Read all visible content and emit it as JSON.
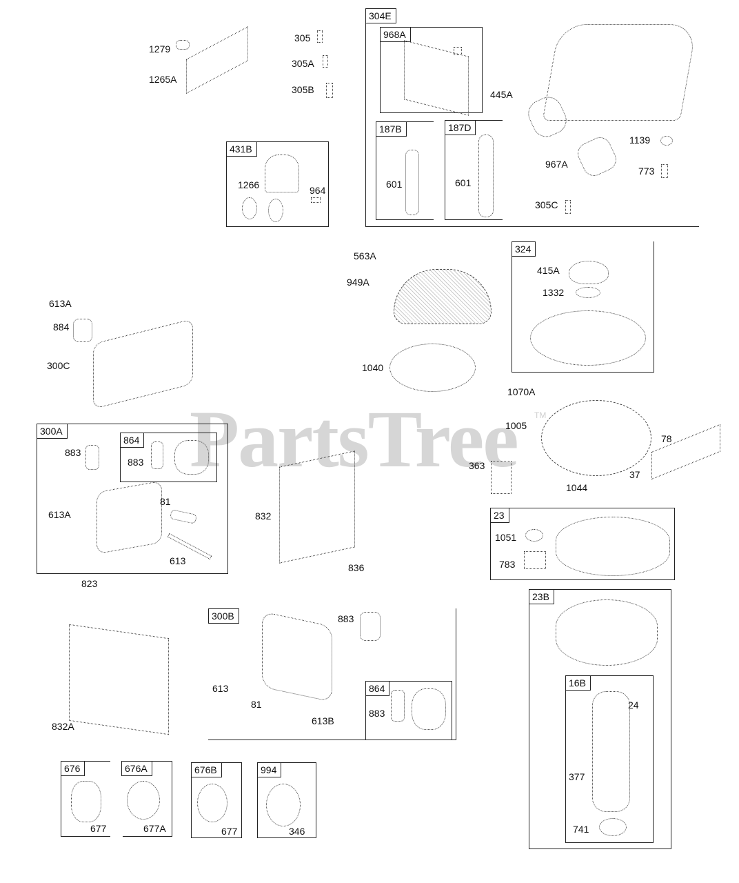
{
  "watermark": {
    "text": "PartsTree",
    "trademark": "TM",
    "color": "#cfcfcf"
  },
  "loose_labels": {
    "l1279": "1279",
    "l1265A": "1265A",
    "l305": "305",
    "l305A": "305A",
    "l305B": "305B",
    "l563A": "563A",
    "l949A": "949A",
    "l1040": "1040",
    "l613A_top": "613A",
    "l884": "884",
    "l300C": "300C",
    "l1070A": "1070A",
    "l1005": "1005",
    "l78": "78",
    "l363": "363",
    "l37": "37",
    "l1044": "1044",
    "l832": "832",
    "l836": "836",
    "l823": "823",
    "l832A": "832A"
  },
  "groups": {
    "g431B": {
      "tag": "431B",
      "labels": [
        "1266",
        "964"
      ]
    },
    "g304E": {
      "tag": "304E",
      "labels": [
        "445A",
        "967A",
        "1139",
        "773",
        "305C"
      ],
      "sub": {
        "g968A": {
          "tag": "968A"
        },
        "g187B": {
          "tag": "187B",
          "labels": [
            "601"
          ]
        },
        "g187D": {
          "tag": "187D",
          "labels": [
            "601"
          ]
        }
      }
    },
    "g324": {
      "tag": "324",
      "labels": [
        "415A",
        "1332"
      ]
    },
    "g300A": {
      "tag": "300A",
      "labels": [
        "883",
        "613A",
        "81",
        "613"
      ],
      "sub": {
        "g864": {
          "tag": "864",
          "labels": [
            "883"
          ]
        }
      }
    },
    "g23": {
      "tag": "23",
      "labels": [
        "1051",
        "783"
      ]
    },
    "g23B": {
      "tag": "23B",
      "sub": {
        "g16B": {
          "tag": "16B",
          "labels": [
            "24",
            "377",
            "741"
          ]
        }
      }
    },
    "g300B": {
      "tag": "300B",
      "labels": [
        "883",
        "613",
        "81",
        "613B"
      ],
      "sub": {
        "g864": {
          "tag": "864",
          "labels": [
            "883"
          ]
        }
      }
    },
    "g676": {
      "tag": "676",
      "labels": [
        "677"
      ]
    },
    "g676A": {
      "tag": "676A",
      "labels": [
        "677A"
      ]
    },
    "g676B": {
      "tag": "676B",
      "labels": [
        "677"
      ]
    },
    "g994": {
      "tag": "994",
      "labels": [
        "346"
      ]
    }
  }
}
